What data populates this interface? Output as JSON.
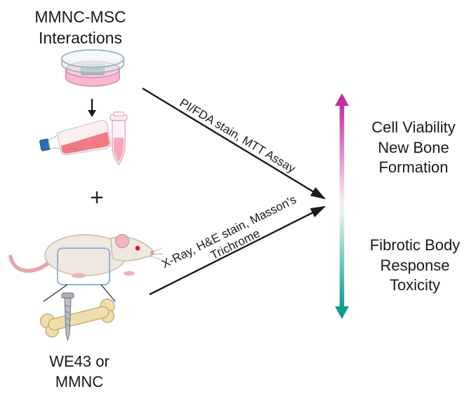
{
  "left_column": {
    "title_lines": [
      "MMNC-MSC",
      "Interactions"
    ],
    "plus": "+",
    "specimen_lines": [
      "WE43 or",
      "MMNC"
    ]
  },
  "arrows": {
    "top_label": "PI/FDA stain, MTT Assay",
    "bottom_label_lines": [
      "X-Ray, H&E stain, Masson's",
      "Trichrome"
    ]
  },
  "outcomes": {
    "positive_lines": [
      "Cell Viability",
      "New Bone",
      "Formation"
    ],
    "negative_lines": [
      "Fibrotic Body",
      "Response",
      "Toxicity"
    ]
  },
  "icons": [
    "petri-dish-icon",
    "down-arrow-icon",
    "culture-flask-icon",
    "microcentrifuge-tube-icon",
    "rat-icon",
    "highlight-box",
    "bone-screw-icon",
    "converging-arrows",
    "gradient-scale-arrow"
  ],
  "colors": {
    "gradient_top": "#c42f9e",
    "gradient_bottom": "#109a8e",
    "arrow": "#1a1a1a"
  }
}
